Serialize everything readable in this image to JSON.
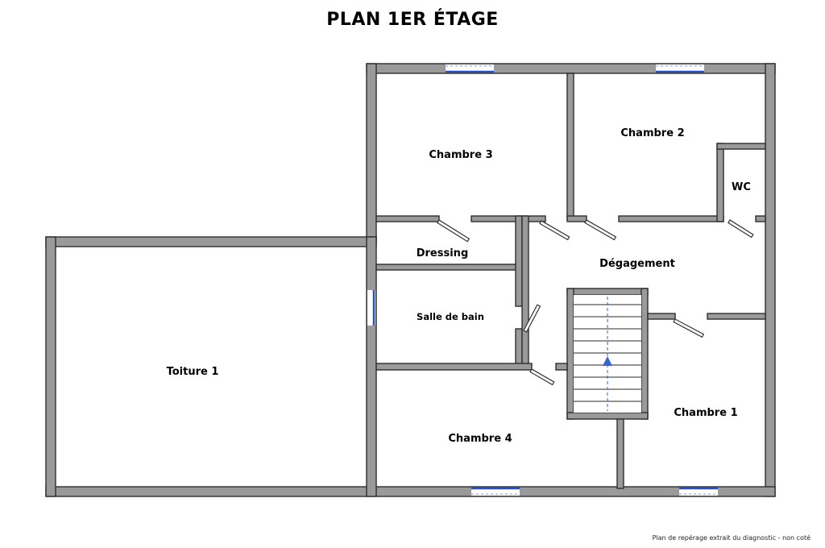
{
  "title": "PLAN 1ER ÉTAGE",
  "footnote": "Plan de repérage extrait du diagnostic - non coté",
  "colors": {
    "wall": "#9a9a9a",
    "wall_outline": "#2e2e2e",
    "window": "#2b4fb5",
    "stair_arrow": "#3a63c9"
  },
  "rooms": {
    "chambre_3": "Chambre 3",
    "chambre_2": "Chambre 2",
    "wc": "WC",
    "dressing": "Dressing",
    "degagement": "Dégagement",
    "salle_de_bain": "Salle de bain",
    "toiture_1": "Toiture 1",
    "chambre_4": "Chambre 4",
    "chambre_1": "Chambre 1"
  }
}
